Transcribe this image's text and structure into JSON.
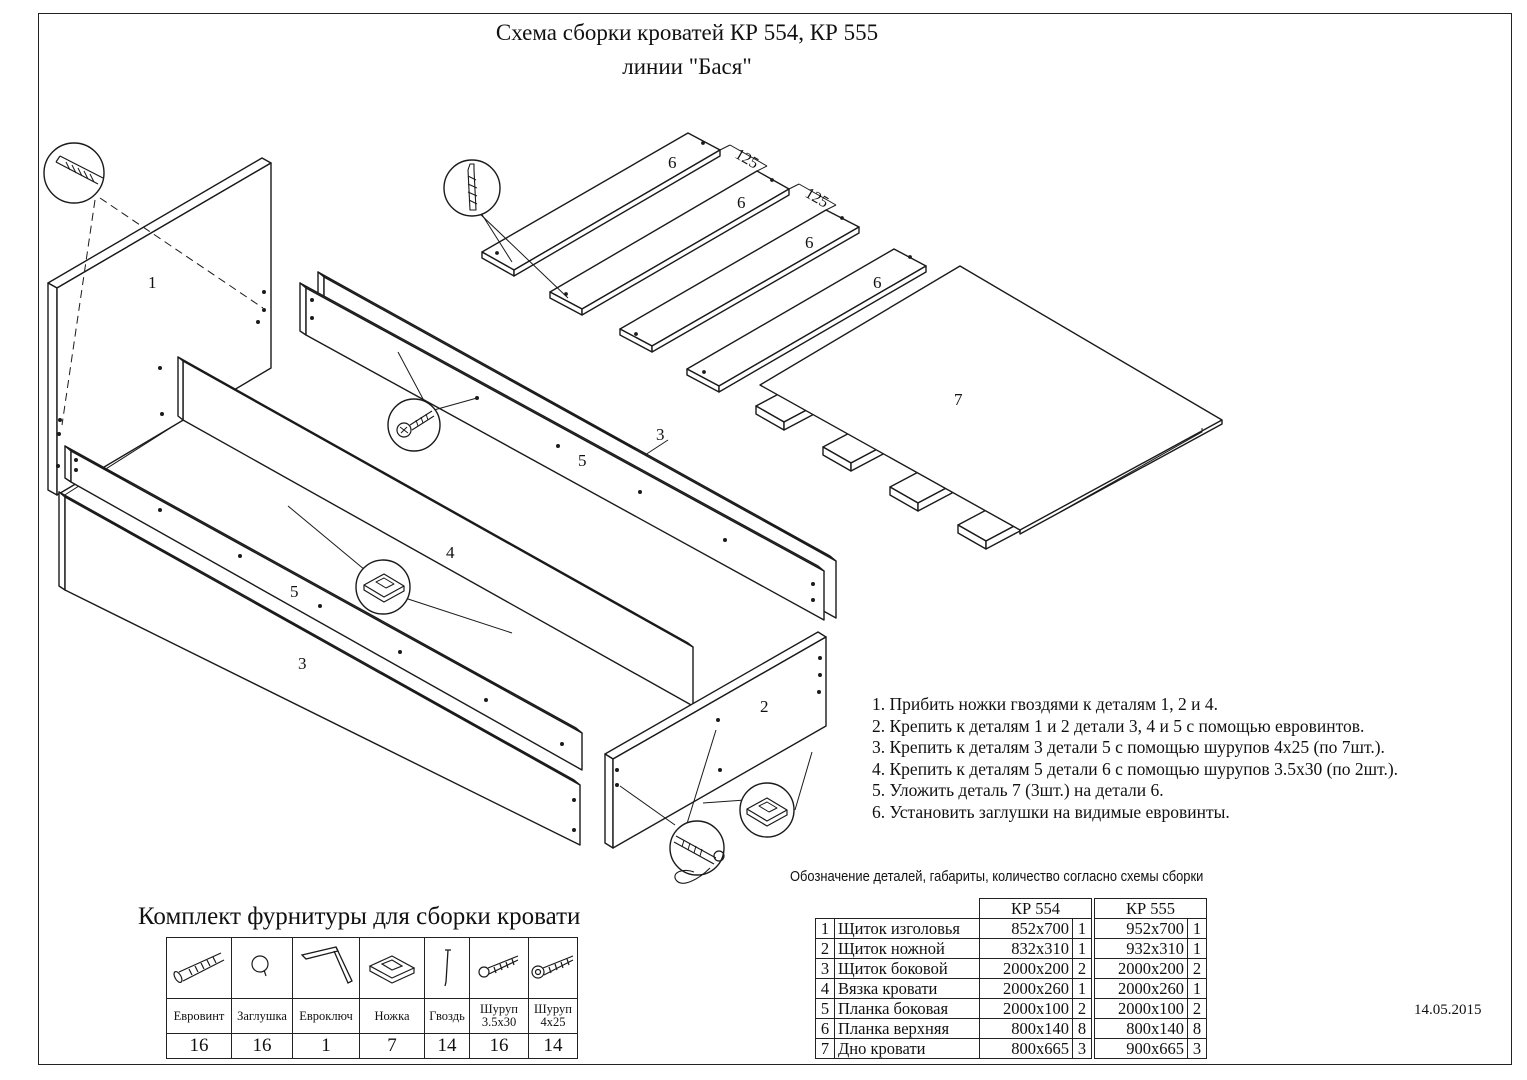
{
  "title": {
    "line1": "Схема сборки кроватей КР 554, КР 555",
    "line2": "линии \"Бася\""
  },
  "callouts": {
    "part1": "1",
    "part2": "2",
    "part3_front": "3",
    "part3_back": "3",
    "part4": "4",
    "part5_front": "5",
    "part5_back": "5",
    "part6_a": "6",
    "part6_b": "6",
    "part6_c": "6",
    "part6_d": "6",
    "part7": "7",
    "spacing_a": "125",
    "spacing_b": "125"
  },
  "instructions": [
    "1. Прибить ножки гвоздями  к деталям 1, 2 и 4.",
    "2. Крепить к деталям 1 и 2 детали 3, 4 и 5 с помощью евровинтов.",
    "3. Крепить к деталям 3 детали 5 с помощью шурупов 4х25 (по 7шт.).",
    "4. Крепить к деталям 5 детали  6 с помощью шурупов 3.5х30 (по 2шт.).",
    "5. Уложить деталь 7 (3шт.) на детали 6.",
    "6. Установить заглушки на видимые евровинты."
  ],
  "parts_table": {
    "caption": "Обозначение деталей, габариты, количество согласно схемы сборки",
    "model_a": "КР 554",
    "model_b": "КР 555",
    "rows": [
      {
        "num": "1",
        "name": "Щиток изголовья",
        "dim_a": "852х700",
        "qty_a": "1",
        "dim_b": "952х700",
        "qty_b": "1"
      },
      {
        "num": "2",
        "name": "Щиток ножной",
        "dim_a": "832х310",
        "qty_a": "1",
        "dim_b": "932х310",
        "qty_b": "1"
      },
      {
        "num": "3",
        "name": "Щиток боковой",
        "dim_a": "2000х200",
        "qty_a": "2",
        "dim_b": "2000х200",
        "qty_b": "2"
      },
      {
        "num": "4",
        "name": "Вязка кровати",
        "dim_a": "2000х260",
        "qty_a": "1",
        "dim_b": "2000х260",
        "qty_b": "1"
      },
      {
        "num": "5",
        "name": "Планка боковая",
        "dim_a": "2000х100",
        "qty_a": "2",
        "dim_b": "2000х100",
        "qty_b": "2"
      },
      {
        "num": "6",
        "name": "Планка верхняя",
        "dim_a": "800х140",
        "qty_a": "8",
        "dim_b": "800х140",
        "qty_b": "8"
      },
      {
        "num": "7",
        "name": "Дно кровати",
        "dim_a": "800х665",
        "qty_a": "3",
        "dim_b": "900х665",
        "qty_b": "3"
      }
    ]
  },
  "kit": {
    "title": "Комплект фурнитуры для сборки кровати",
    "items": [
      {
        "icon": "eurovint-screw-icon",
        "name_line1": "Евровинт",
        "name_line2": "",
        "count": "16"
      },
      {
        "icon": "cap-plug-icon",
        "name_line1": "Заглушка",
        "name_line2": "",
        "count": "16"
      },
      {
        "icon": "hex-key-icon",
        "name_line1": "Евроключ",
        "name_line2": "",
        "count": "1"
      },
      {
        "icon": "furniture-foot-icon",
        "name_line1": "Ножка",
        "name_line2": "",
        "count": "7"
      },
      {
        "icon": "nail-icon",
        "name_line1": "Гвоздь",
        "name_line2": "",
        "count": "14"
      },
      {
        "icon": "wood-screw-icon",
        "name_line1": "Шуруп",
        "name_line2": "3.5х30",
        "count": "16"
      },
      {
        "icon": "wood-screw-large-icon",
        "name_line1": "Шуруп",
        "name_line2": "4х25",
        "count": "14"
      }
    ]
  },
  "date": "14.05.2015"
}
